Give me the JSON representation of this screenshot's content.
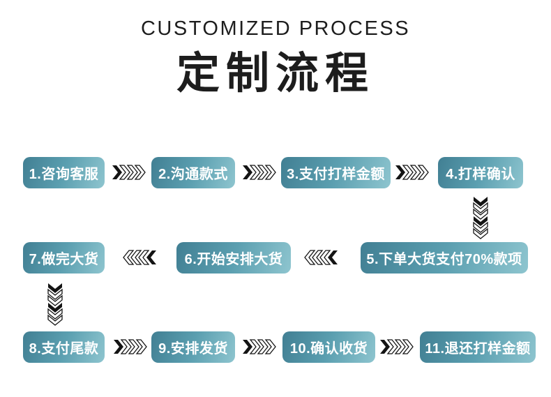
{
  "header": {
    "subtitle": "CUSTOMIZED PROCESS",
    "title": "定制流程"
  },
  "flow": {
    "rows": [
      {
        "direction": "left-to-right",
        "steps": [
          "1.咨询客服",
          "2.沟通款式",
          "3.支付打样金额",
          "4.打样确认"
        ]
      },
      {
        "direction": "right-to-left",
        "steps": [
          "5.下单大货支付70%款项",
          "6.开始安排大货",
          "7.做完大货"
        ]
      },
      {
        "direction": "left-to-right",
        "steps": [
          "8.支付尾款",
          "9.安排发货",
          "10.确认收货",
          "11.退还打样金额"
        ]
      }
    ],
    "connectors": [
      "chevrons-right",
      "chevrons-right",
      "chevrons-right",
      "chevrons-down",
      "chevrons-left",
      "chevrons-left",
      "chevrons-down",
      "chevrons-right",
      "chevrons-right",
      "chevrons-right"
    ]
  },
  "colors": {
    "background": "#ffffff",
    "title": "#1d1d1d",
    "box-grad-start": "#417f93",
    "box-grad-mid": "#5b9fb0",
    "box-grad-end": "#8ec5cf",
    "box-text": "#ffffff",
    "arrow": "#141414"
  }
}
